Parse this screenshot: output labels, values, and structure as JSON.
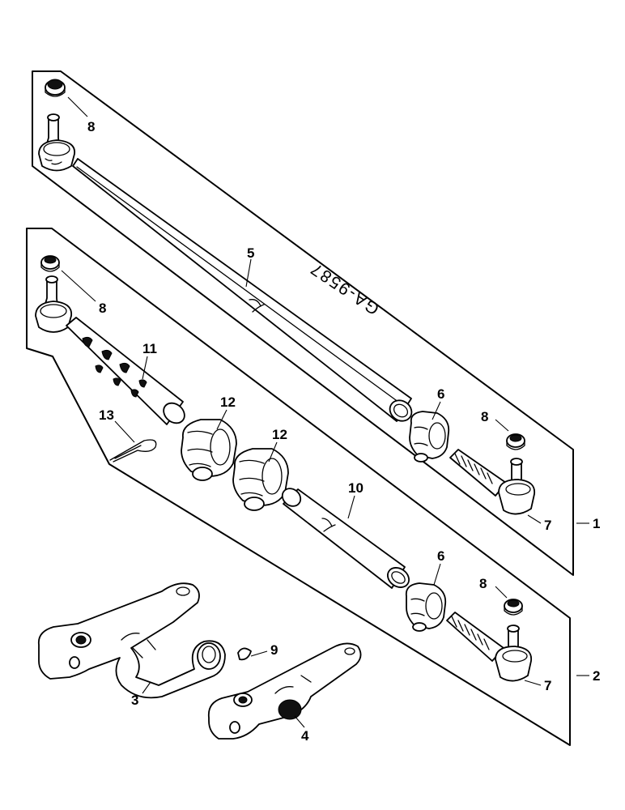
{
  "drawing": {
    "number": "GA-9587"
  },
  "callouts": {
    "assembly_1": "1",
    "assembly_2": "2",
    "arm_3": "3",
    "arm_4": "4",
    "tube_5": "5",
    "clamp_6_upper": "6",
    "clamp_6_lower": "6",
    "end_7_upper": "7",
    "end_7_lower": "7",
    "nut_8_top": "8",
    "nut_8_left": "8",
    "nut_8_right_upper": "8",
    "nut_8_right_lower": "8",
    "key_9": "9",
    "tube_10": "10",
    "tube_11": "11",
    "clamp_12_left": "12",
    "clamp_12_right": "12",
    "pin_13": "13"
  }
}
